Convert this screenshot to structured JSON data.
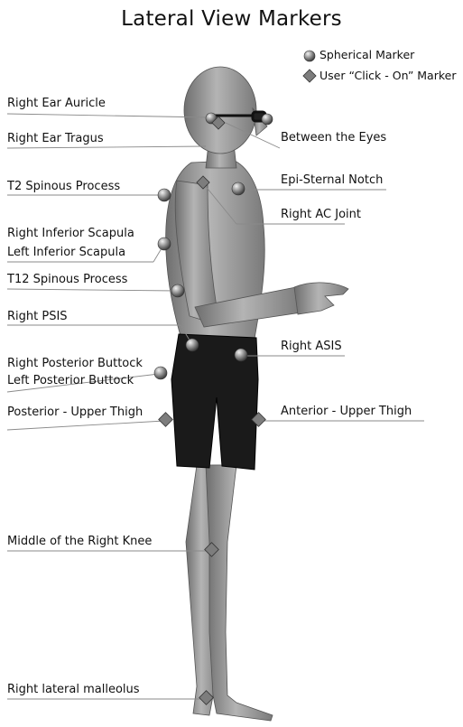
{
  "title": "Lateral View Markers",
  "legend": {
    "spherical": "Spherical Marker",
    "click_on": "User “Click - On” Marker"
  },
  "labels": {
    "right_ear_auricle": "Right Ear Auricle",
    "right_ear_tragus": "Right Ear Tragus",
    "between_the_eyes": "Between the Eyes",
    "t2_spinous": "T2 Spinous Process",
    "epi_sternal": "Epi-Sternal Notch",
    "right_ac_joint": "Right AC Joint",
    "right_inferior_scapula": "Right Inferior Scapula",
    "left_inferior_scapula": "Left Inferior Scapula",
    "t12_spinous": "T12 Spinous Process",
    "right_psis": "Right PSIS",
    "right_asis": "Right ASIS",
    "right_posterior_buttock": "Right Posterior Buttock",
    "left_posterior_buttock": "Left Posterior Buttock",
    "posterior_upper_thigh": "Posterior - Upper Thigh",
    "anterior_upper_thigh": "Anterior - Upper Thigh",
    "middle_right_knee": "Middle of the Right Knee",
    "right_lateral_malleolus": "Right lateral malleolus"
  },
  "colors": {
    "skin": "#a9a9a9",
    "shorts": "#1a1a1a",
    "marker": "#8c8c8c",
    "leader": "#777777"
  }
}
